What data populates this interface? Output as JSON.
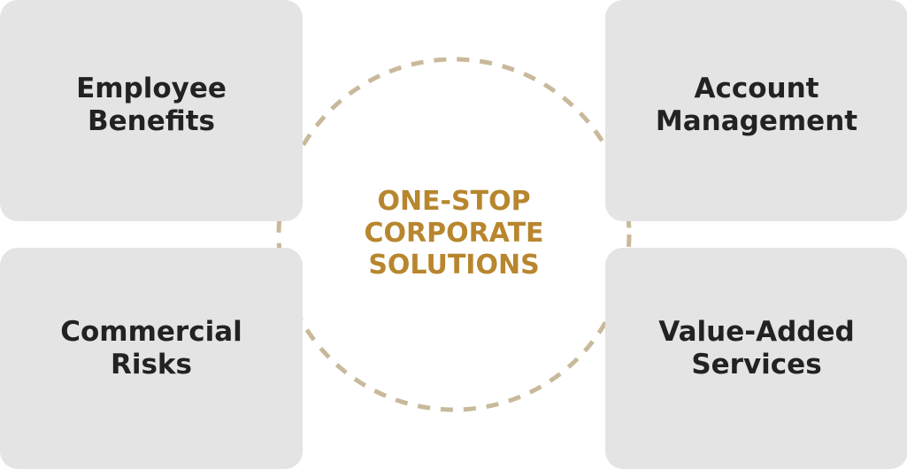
{
  "center": {
    "title": "ONE-STOP\nCORPORATE\nSOLUTIONS"
  },
  "boxes": {
    "top_left": "Employee\nBenefits",
    "top_right": "Account\nManagement",
    "bottom_left": "Commercial\nRisks",
    "bottom_right": "Value-Added\nServices"
  },
  "colors": {
    "accent": "#b8862e",
    "ring": "#c9b99b",
    "box": "#e4e4e4",
    "text": "#222222"
  }
}
